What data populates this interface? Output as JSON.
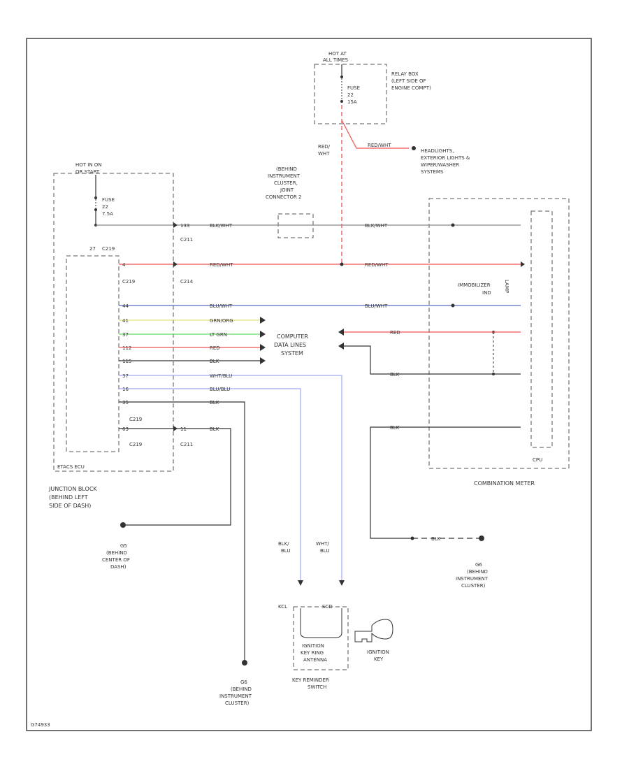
{
  "colors": {
    "black": "#333333",
    "red": "#ef5350",
    "blue": "#5c6bc0",
    "yellow": "#e6e27a",
    "green": "#66dd66",
    "light_blue": "#9fa8f0",
    "gray": "#888888"
  },
  "relay_box": {
    "hot_label_1": "HOT AT",
    "hot_label_2": "ALL TIMES",
    "fuse_1": "FUSE",
    "fuse_2": "22",
    "fuse_3": "15A",
    "desc_1": "RELAY BOX",
    "desc_2": "(LEFT SIDE OF",
    "desc_3": "ENGINE COMPT)"
  },
  "junction_block": {
    "hot_label_1": "HOT IN ON",
    "hot_label_2": "OR START",
    "fuse_1": "FUSE",
    "fuse_2": "22",
    "fuse_3": "7.5A",
    "connector_top": "C219",
    "relay_label": "ETACS ECU",
    "desc_1": "JUNCTION BLOCK",
    "desc_2": "(BEHIND LEFT",
    "desc_3": "SIDE OF DASH)"
  },
  "joint_connector": {
    "line_1": "(BEHIND",
    "line_2": "INSTRUMENT",
    "line_3": "CLUSTER,",
    "line_4": "JOINT",
    "line_5": "CONNECTOR 2"
  },
  "headlight_note": {
    "line_1": "HEADLIGHTS,",
    "line_2": "EXTERIOR LIGHTS &",
    "line_3": "WIPER/WASHER",
    "line_4": "SYSTEMS"
  },
  "wires": {
    "red_wht_top": "RED/",
    "red_wht_bottom": "WHT",
    "red_wht_branch": "RED/WHT",
    "blk_wht_1": "BLK/WHT",
    "blk_wht_2": "BLK/WHT",
    "red_wht_main": "RED/WHT",
    "red_wht_meter": "RED/WHT",
    "blu_wht_1": "BLU/WHT",
    "blu_wht_2": "BLU/WHT",
    "grn_org": "GRN/ORG",
    "lt_grn": "LT GRN",
    "red": "RED",
    "red_meter": "RED",
    "blk_1": "BLK",
    "wht_blu": "WHT/BLU",
    "blu_blu": "BLU/BLU",
    "blk_2": "BLK",
    "blk_3": "BLK",
    "blk_meter_1": "BLK",
    "blk_meter_2": "BLK",
    "blk_ground": "BLK"
  },
  "connectors": {
    "c211_a": "C211",
    "c219_a": "C219",
    "c214": "C214",
    "c219_b": "C219",
    "c219_c": "C219",
    "c211_b": "C211"
  },
  "pins": {
    "p_jb_1": "27",
    "p_jb_2": "133",
    "p_jb_3": "4",
    "p_jb_4": "44",
    "p_jb_5": "41",
    "p_jb_6": "37",
    "p_jb_7": "112",
    "p_jb_8": "115",
    "p_jb_9": "37",
    "p_jb_10": "16",
    "p_jb_11": "35",
    "p_jb_12": "63",
    "p_jb_13": "11"
  },
  "computer_data": {
    "line_1": "COMPUTER",
    "line_2": "DATA LINES",
    "line_3": "SYSTEM"
  },
  "combination_meter": {
    "immobilizer_1": "IMMOBILIZER",
    "immobilizer_2": "IND",
    "lamp": "LAMP",
    "cpu": "CPU",
    "name": "COMBINATION METER"
  },
  "grounds": {
    "g1_1": "G5",
    "g1_2": "(BEHIND",
    "g1_3": "CENTER OF",
    "g1_4": "DASH)",
    "g2_1": "G6",
    "g2_2": "(BEHIND",
    "g2_3": "INSTRUMENT",
    "g2_4": "CLUSTER)",
    "g3_1": "G6",
    "g3_2": "(BEHIND",
    "g3_3": "INSTRUMENT",
    "g3_4": "CLUSTER)"
  },
  "key_switch": {
    "wire_l_1": "BLK/",
    "wire_l_2": "BLU",
    "wire_r_1": "WHT/",
    "wire_r_2": "BLU",
    "term_l": "KCL",
    "term_r": "SCD",
    "inner_1": "IGNITION",
    "inner_2": "KEY RING",
    "inner_3": "ANTENNA",
    "name_1": "KEY REMINDER",
    "name_2": "SWITCH",
    "key_1": "IGNITION",
    "key_2": "KEY"
  },
  "footer": {
    "code": "G74933"
  }
}
